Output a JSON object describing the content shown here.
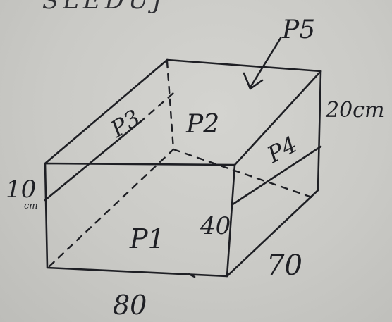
{
  "header_fragment": "SLEDUJ",
  "faces": {
    "p1": "P1",
    "p2": "P2",
    "p3": "P3",
    "p4": "P4",
    "p5": "P5"
  },
  "dimensions": {
    "length": "80",
    "width": "70",
    "height": "40",
    "cut_left_value": "10",
    "cut_left_unit": "cm",
    "cut_right": "20cm"
  },
  "colors": {
    "ink": "#1e1f24",
    "paper": "#cacac6"
  }
}
